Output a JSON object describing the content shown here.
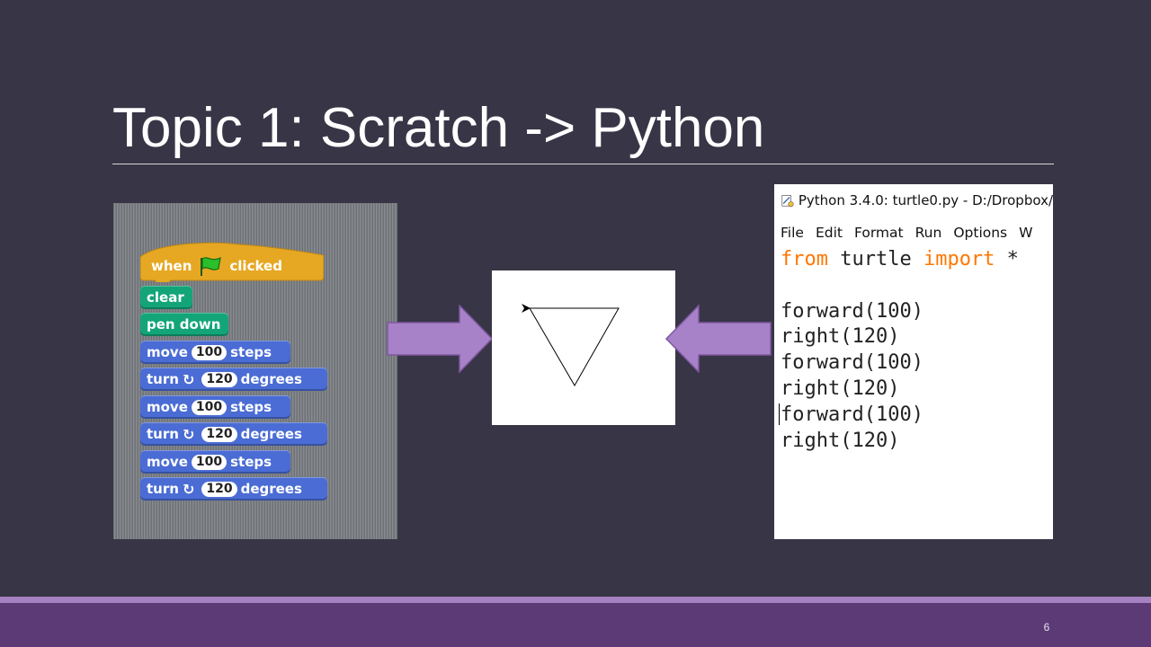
{
  "slide": {
    "title": "Topic 1: Scratch -> Python",
    "page_number": "6"
  },
  "scratch": {
    "hat": {
      "when": "when",
      "clicked": "clicked",
      "icon": "green-flag-icon"
    },
    "blocks": [
      {
        "kind": "pen",
        "label": "clear"
      },
      {
        "kind": "pen",
        "label": "pen down"
      },
      {
        "kind": "motion",
        "pre": "move",
        "value": "100",
        "post": "steps"
      },
      {
        "kind": "turn",
        "pre": "turn",
        "value": "120",
        "post": "degrees"
      },
      {
        "kind": "motion",
        "pre": "move",
        "value": "100",
        "post": "steps"
      },
      {
        "kind": "turn",
        "pre": "turn",
        "value": "120",
        "post": "degrees"
      },
      {
        "kind": "motion",
        "pre": "move",
        "value": "100",
        "post": "steps"
      },
      {
        "kind": "turn",
        "pre": "turn",
        "value": "120",
        "post": "degrees"
      }
    ],
    "colors": {
      "hat": "#e6a822",
      "pen": "#13a578",
      "motion": "#4a6cd4"
    }
  },
  "python": {
    "window_title": "Python 3.4.0: turtle0.py - D:/Dropbox/",
    "menu": [
      "File",
      "Edit",
      "Format",
      "Run",
      "Options",
      "W"
    ],
    "code": {
      "line1_kw1": "from",
      "line1_mid": " turtle ",
      "line1_kw2": "import",
      "line1_end": " *",
      "lines": [
        "forward(100)",
        "right(120)",
        "forward(100)",
        "right(120)",
        "forward(100)",
        "right(120)"
      ]
    },
    "keyword_color": "#ff7700"
  },
  "colors": {
    "background": "#383546",
    "arrow_fill": "#a882c8",
    "arrow_stroke": "#7e57a0",
    "footer": "#5b3a76"
  }
}
